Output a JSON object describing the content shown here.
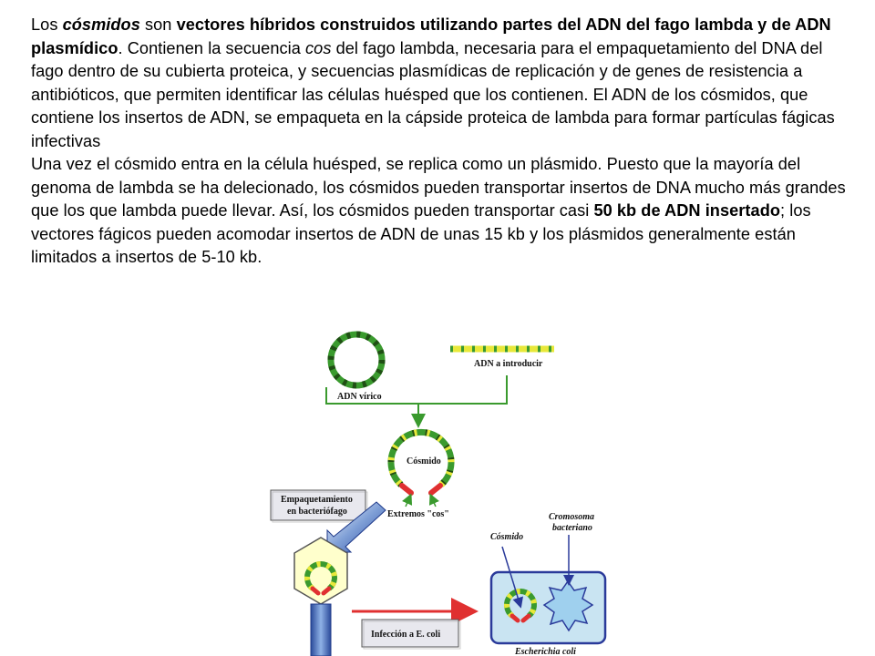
{
  "text": {
    "p1": {
      "a": "Los ",
      "b_italic_bold": "cósmidos",
      "c": " son ",
      "d_bold": "vectores híbridos construidos utilizando partes del ADN del fago lambda y de ADN plasmídico",
      "e": ". Contienen la secuencia ",
      "f_italic": "cos",
      "g": " del fago lambda, necesaria para el empaquetamiento del DNA del fago dentro de su cubierta proteica, y secuencias plasmídicas de replicación y de genes de resistencia a antibióticos, que permiten identificar las células huésped que los contienen. El ADN de los cósmidos, que contiene los insertos de ADN, se empaqueta en la cápside proteica de lambda para formar partículas fágicas infectivas"
    },
    "p2": {
      "a": "Una vez el cósmido entra en la célula huésped, se replica como un plásmido. Puesto que la mayoría del genoma de lambda se ha delecionado, los cósmidos pueden transportar insertos de DNA mucho más grandes que los que lambda puede llevar. Así, los cósmidos pueden transportar casi ",
      "b_bold": "50 kb de ADN insertado",
      "c": "; los vectores fágicos pueden acomodar insertos de ADN de unas 15 kb y los plásmidos generalmente están limitados a insertos de 5-10 kb."
    }
  },
  "figure": {
    "label_viral_dna": "ADN vírico",
    "label_insert_dna": "ADN a introducir",
    "label_cosmid": "Cósmido",
    "label_cos_ends": "Extremos \"cos\"",
    "label_packaging_line1": "Empaquetamiento",
    "label_packaging_line2": "en bacteriófago",
    "label_infection": "Infección a E. coli",
    "label_cosmid_cell": "Cósmido",
    "label_chromosome_line1": "Cromosoma",
    "label_chromosome_line2": "bacteriano",
    "label_ecoli": "Escherichia coli"
  },
  "colors": {
    "dna_green": "#3a9a2e",
    "dna_dark": "#1f4f14",
    "insert_yellow": "#e8e83a",
    "cos_red": "#e03030",
    "arrow_blue": "#2a3a9a",
    "cell_fill": "#c9e4f2",
    "chromosome_blue": "#9fd0ee",
    "label_box": "#e8e8ee",
    "phage_head": "#ffffcc"
  }
}
